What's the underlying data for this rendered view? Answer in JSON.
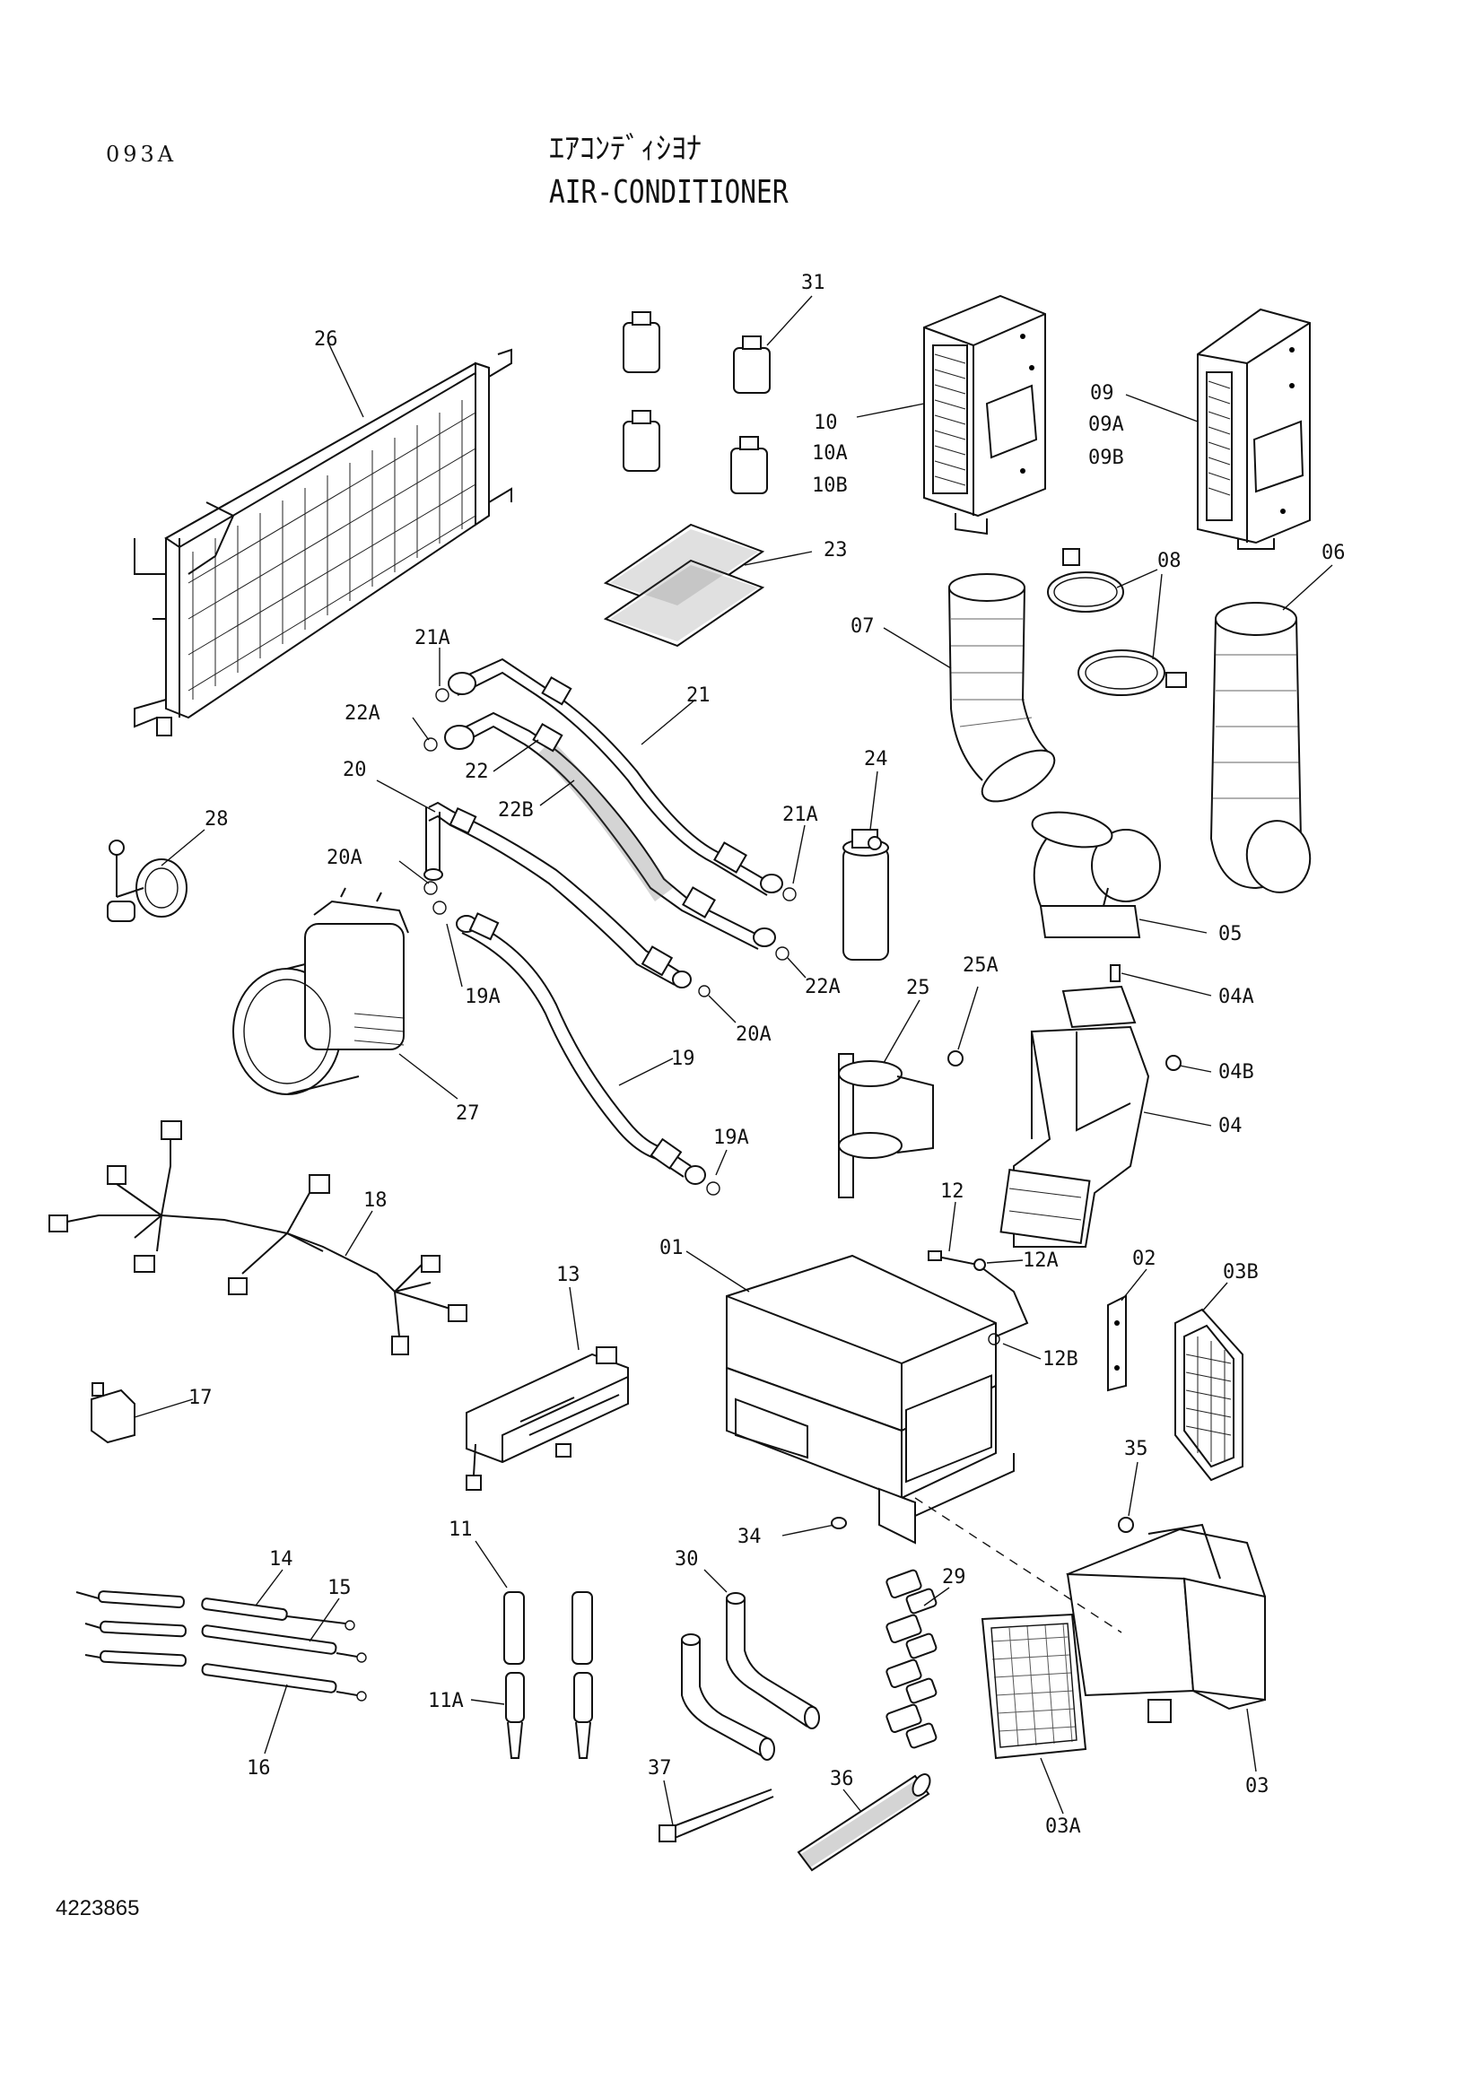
{
  "header": {
    "page_code": "093A",
    "title_jp": "ｴｱｺﾝﾃﾞｨｼﾖﾅ",
    "title_en": "AIR-CONDITIONER"
  },
  "footer": {
    "drawing_number": "4223865"
  },
  "callouts": {
    "c01": "01",
    "c02": "02",
    "c03": "03",
    "c03A": "03A",
    "c03B": "03B",
    "c04": "04",
    "c04A": "04A",
    "c04B": "04B",
    "c05": "05",
    "c06": "06",
    "c07": "07",
    "c08": "08",
    "c09": "09",
    "c09A": "09A",
    "c09B": "09B",
    "c10": "10",
    "c10A": "10A",
    "c10B": "10B",
    "c11": "11",
    "c11A": "11A",
    "c12": "12",
    "c12A": "12A",
    "c12B": "12B",
    "c13": "13",
    "c14": "14",
    "c15": "15",
    "c16": "16",
    "c17": "17",
    "c18": "18",
    "c19": "19",
    "c19A_1": "19A",
    "c19A_2": "19A",
    "c20": "20",
    "c20A_1": "20A",
    "c20A_2": "20A",
    "c21": "21",
    "c21A_1": "21A",
    "c21A_2": "21A",
    "c22": "22",
    "c22A_1": "22A",
    "c22A_2": "22A",
    "c22B": "22B",
    "c23": "23",
    "c24": "24",
    "c25": "25",
    "c25A": "25A",
    "c26": "26",
    "c27": "27",
    "c28": "28",
    "c29": "29",
    "c30": "30",
    "c31": "31",
    "c34": "34",
    "c35": "35",
    "c36": "36",
    "c37": "37"
  }
}
